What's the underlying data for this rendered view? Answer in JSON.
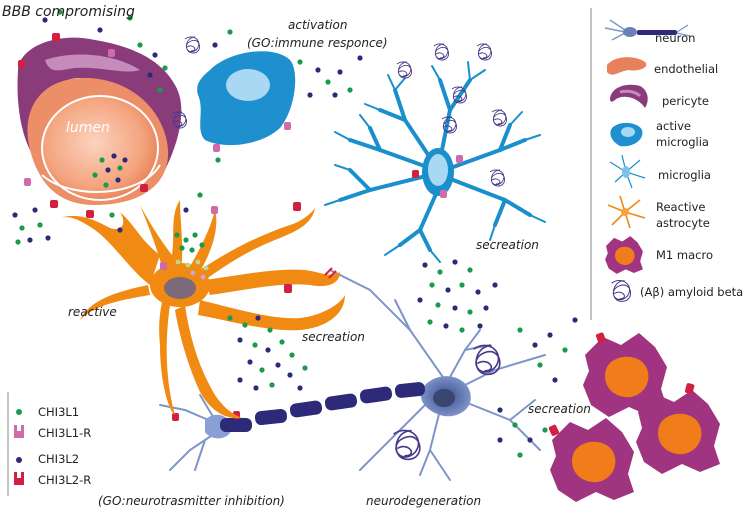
{
  "labels": {
    "bbb": "BBB compromising",
    "activation": "activation",
    "go_immune": "(GO:immune responce)",
    "lumen": "lumen",
    "reactive": "reactive",
    "secreation_top": "secreation",
    "secreation_mid": "secreation",
    "secreation_right": "secreation",
    "go_neuro": "(GO:neurotrasmitter inhibition)",
    "neurodegeneration": "neurodegeneration"
  },
  "legend_right": [
    {
      "key": "neuron",
      "label": "neuron"
    },
    {
      "key": "endothelial",
      "label": "endothelial"
    },
    {
      "key": "pericyte",
      "label": "pericyte"
    },
    {
      "key": "active_microglia_1",
      "label": "active"
    },
    {
      "key": "active_microglia_2",
      "label": "microglia"
    },
    {
      "key": "microglia",
      "label": "microglia"
    },
    {
      "key": "astro_1",
      "label": "Reactive"
    },
    {
      "key": "astro_2",
      "label": "astrocyte"
    },
    {
      "key": "m1",
      "label": "M1 macro"
    },
    {
      "key": "amyloid",
      "label": "(Aβ) amyloid beta"
    }
  ],
  "legend_left": [
    {
      "key": "chi3l1",
      "label": "CHI3L1"
    },
    {
      "key": "chi3l1r",
      "label": "CHI3L1-R"
    },
    {
      "key": "chi3l2",
      "label": "CHI3L2"
    },
    {
      "key": "chi3l2r",
      "label": "CHI3L2-R"
    }
  ],
  "colors": {
    "green_dot": "#1a9a4a",
    "navy_dot": "#2e2a7a",
    "pink_receptor": "#d06aa8",
    "red_receptor": "#d42040",
    "astrocyte": "#f08a12",
    "microglia": "#1b8fcc",
    "active_microglia": "#1e90cf",
    "pericyte": "#8a3c7a",
    "endothelial": "#e8805a",
    "neuron": "#7f95c8",
    "axon": "#2e2a7a",
    "m1": "#a03480",
    "m1_core": "#f07d1a",
    "amyloid": "#4a3a8a"
  }
}
